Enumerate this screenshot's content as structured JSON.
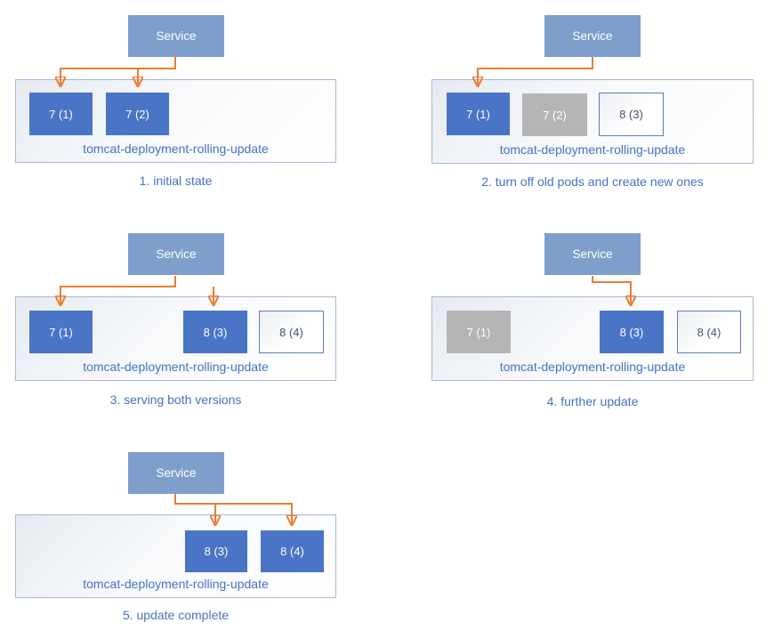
{
  "service_label": "Service",
  "deployment_name": "tomcat-deployment-rolling-update",
  "colors": {
    "service_fill": "#7E9FCB",
    "pod_active_fill": "#4A74C6",
    "pod_stopped_fill": "#B5B5B5",
    "pod_new_border": "#5B7EC2",
    "pod_new_text": "#44546A",
    "arrow_orange": "#ED7D31",
    "label_text": "#4472C4",
    "container_border": "#A8B8D8"
  },
  "panels": [
    {
      "caption": "1. initial state",
      "pods": [
        {
          "label": "7 (1)",
          "state": "active"
        },
        {
          "label": "7 (2)",
          "state": "active"
        }
      ]
    },
    {
      "caption": "2. turn off old pods and create new ones",
      "pods": [
        {
          "label": "7 (1)",
          "state": "active"
        },
        {
          "label": "7 (2)",
          "state": "stopped"
        },
        {
          "label": "8 (3)",
          "state": "new"
        }
      ]
    },
    {
      "caption": "3. serving both versions",
      "pods": [
        {
          "label": "7 (1)",
          "state": "active"
        },
        {
          "label": "8 (3)",
          "state": "active"
        },
        {
          "label": "8 (4)",
          "state": "new"
        }
      ]
    },
    {
      "caption": "4. further update",
      "pods": [
        {
          "label": "7 (1)",
          "state": "stopped"
        },
        {
          "label": "8 (3)",
          "state": "active"
        },
        {
          "label": "8 (4)",
          "state": "new"
        }
      ]
    },
    {
      "caption": "5. update complete",
      "pods": [
        {
          "label": "8 (3)",
          "state": "active"
        },
        {
          "label": "8 (4)",
          "state": "active"
        }
      ]
    }
  ]
}
